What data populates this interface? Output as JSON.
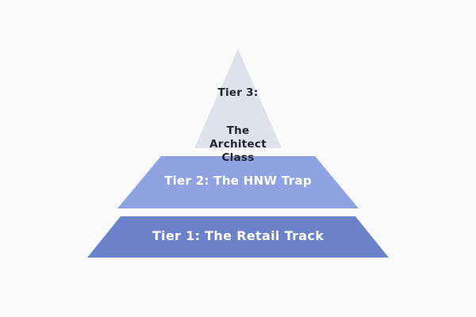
{
  "diagram": {
    "type": "pyramid",
    "background_color": "#fafafa",
    "levels": 3,
    "tiers": [
      {
        "id": "tier-3",
        "position": "top",
        "shape": "triangle",
        "heading": "Tier 3:",
        "body": "The\nArchitect\nClass",
        "full_text": "Tier 3: The Architect Class",
        "fill_color": "#dfe2ec",
        "text_color": "#22252e"
      },
      {
        "id": "tier-2",
        "position": "middle",
        "shape": "trapezoid",
        "label": "Tier 2: The HNW Trap",
        "fill_color": "#8fa3e3",
        "text_color": "#ffffff"
      },
      {
        "id": "tier-1",
        "position": "bottom",
        "shape": "trapezoid",
        "label": "Tier 1: The Retail Track",
        "fill_color": "#6b81ca",
        "text_color": "#ffffff"
      }
    ]
  }
}
